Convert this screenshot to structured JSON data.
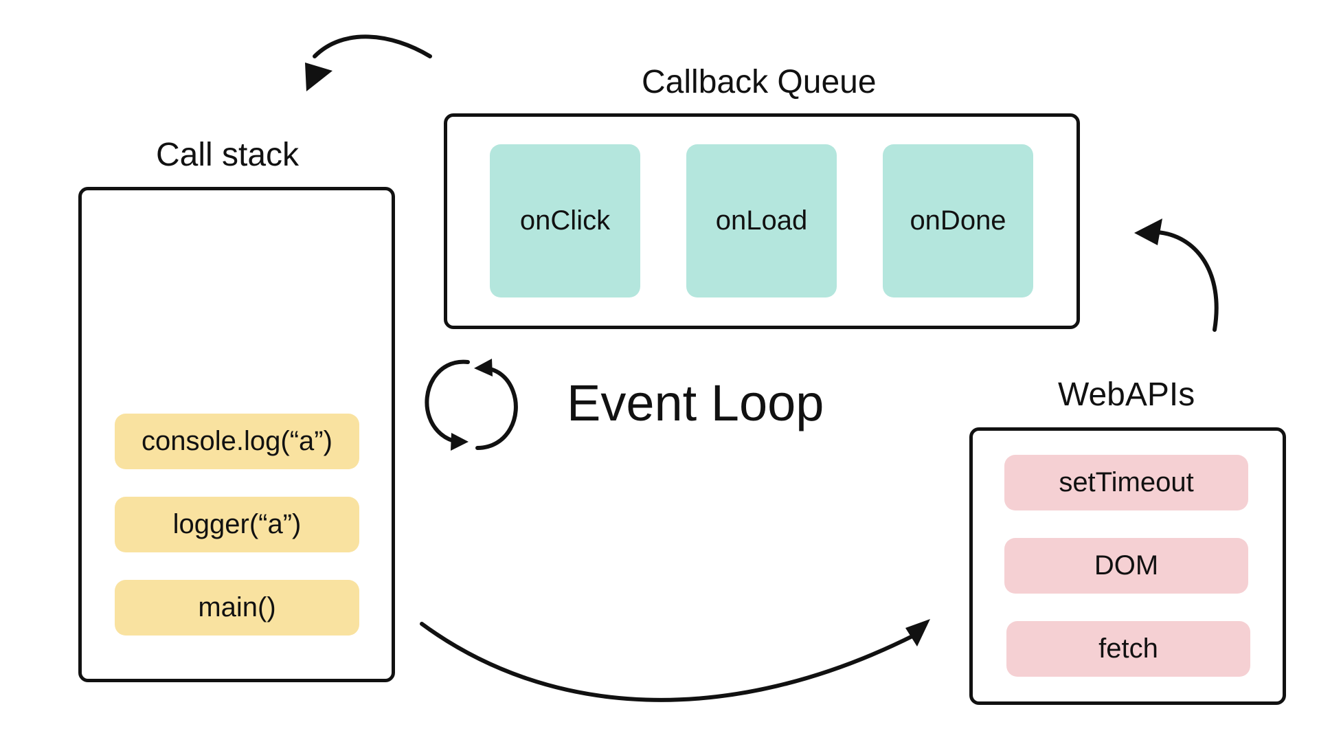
{
  "call_stack": {
    "title": "Call stack",
    "items": [
      {
        "label": "console.log(“a”)"
      },
      {
        "label": "logger(“a”)"
      },
      {
        "label": "main()"
      }
    ]
  },
  "callback_queue": {
    "title": "Callback Queue",
    "items": [
      {
        "label": "onClick"
      },
      {
        "label": "onLoad"
      },
      {
        "label": "onDone"
      }
    ]
  },
  "event_loop": {
    "label": "Event Loop"
  },
  "web_apis": {
    "title": "WebAPIs",
    "items": [
      {
        "label": "setTimeout"
      },
      {
        "label": "DOM"
      },
      {
        "label": "fetch"
      }
    ]
  },
  "colors": {
    "stack_item": "#f9e2a0",
    "queue_item": "#b4e6dd",
    "api_item": "#f5d0d3",
    "stroke": "#111111"
  }
}
